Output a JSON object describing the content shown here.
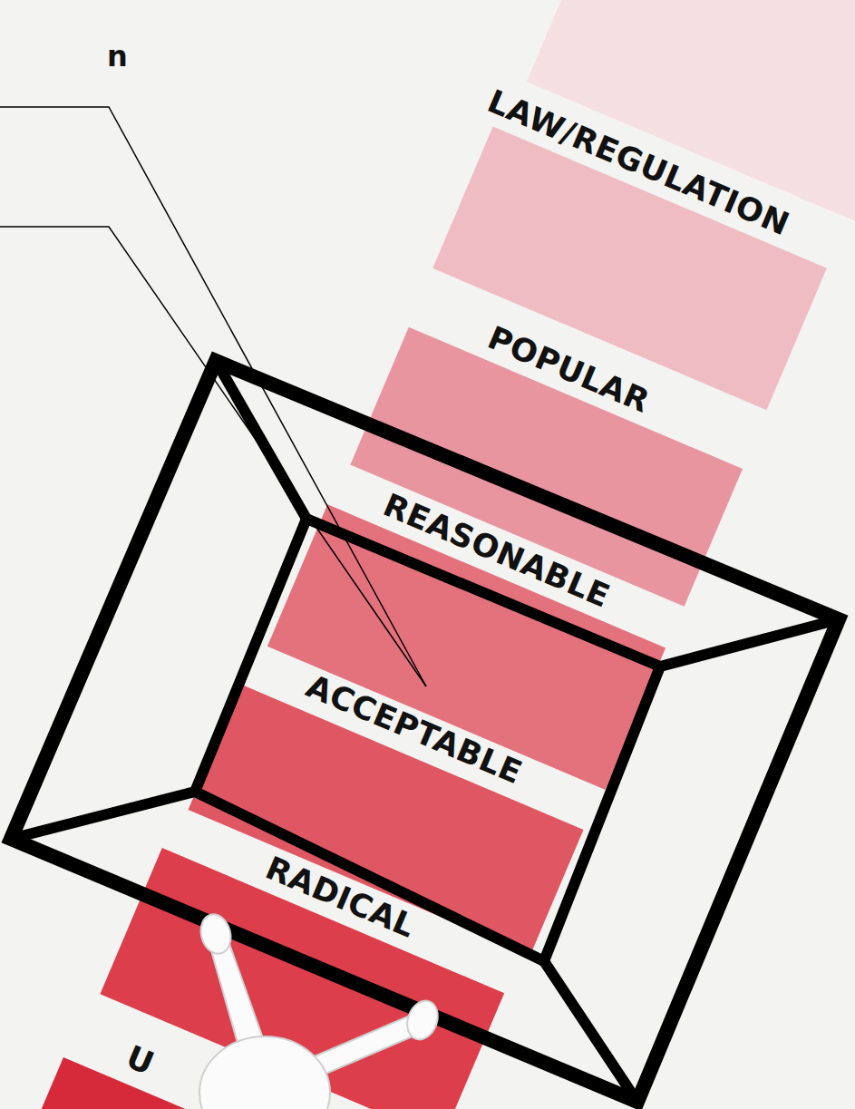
{
  "diagram": {
    "labels": [
      "n",
      "LAW/REGULATION",
      "POPULAR",
      "REASONABLE",
      "ACCEPTABLE",
      "RADICAL",
      "U"
    ]
  }
}
